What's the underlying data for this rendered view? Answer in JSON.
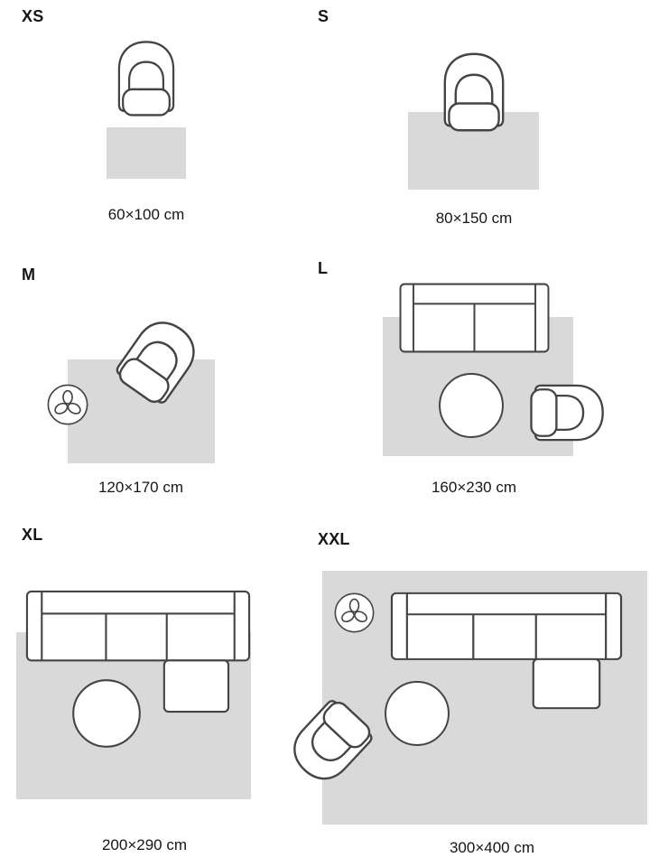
{
  "colors": {
    "background": "#ffffff",
    "rug_fill": "#d9d9d9",
    "furniture_fill": "#ffffff",
    "furniture_outline": "#444444",
    "text": "#161616"
  },
  "sizes": [
    {
      "label": "XS",
      "dimensions": "60×100 cm",
      "furniture": [
        "armchair"
      ]
    },
    {
      "label": "S",
      "dimensions": "80×150 cm",
      "furniture": [
        "armchair"
      ]
    },
    {
      "label": "M",
      "dimensions": "120×170 cm",
      "furniture": [
        "armchair",
        "plant"
      ]
    },
    {
      "label": "L",
      "dimensions": "160×230 cm",
      "furniture": [
        "sofa",
        "round-table",
        "armchair"
      ]
    },
    {
      "label": "XL",
      "dimensions": "200×290 cm",
      "furniture": [
        "sectional-sofa",
        "round-table"
      ]
    },
    {
      "label": "XXL",
      "dimensions": "300×400 cm",
      "furniture": [
        "plant",
        "sectional-sofa",
        "round-table",
        "armchair"
      ]
    }
  ],
  "icons": {
    "armchair": "armchair-icon",
    "sofa": "sofa-icon",
    "sectional_sofa": "sectional-sofa-icon",
    "round_table": "round-table-icon",
    "plant": "plant-icon"
  }
}
